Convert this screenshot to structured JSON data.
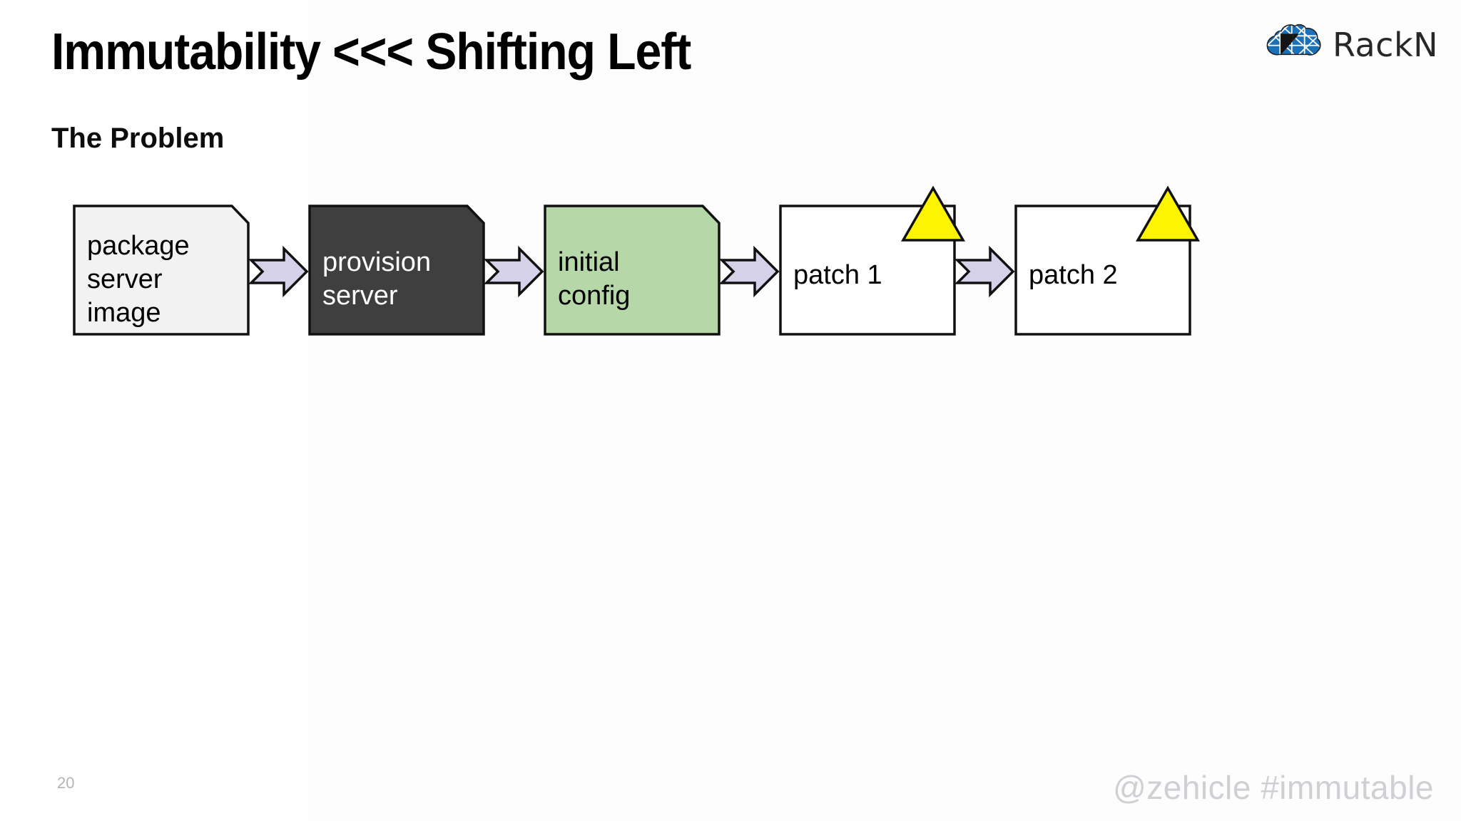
{
  "slide": {
    "title": "Immutability <<< Shifting Left",
    "subtitle": "The Problem",
    "number": "20",
    "handle": "@zehicle #immutable",
    "background": "#ffffff"
  },
  "logo": {
    "name": "RackN",
    "wordmark": "RackN",
    "mark_icon": "rackn-cloud-icon",
    "cloud_color": "#1c70b8",
    "outline_color": "#1a1a1a"
  },
  "diagram": {
    "type": "flow",
    "direction": "left-to-right",
    "connector_fill": "#d4d1e8",
    "connector_stroke": "#111111",
    "warning_icon": "warning-triangle-icon",
    "warning_fill": "#fdf500",
    "warning_stroke": "#111111",
    "nodes": [
      {
        "id": "package-server-image",
        "label": "package server image",
        "lines": [
          "package",
          "server",
          "image"
        ],
        "shape": "note",
        "fill": "#f2f2f2",
        "stroke": "#111111",
        "text_color": "#000000",
        "warning": false
      },
      {
        "id": "provision-server",
        "label": "provision server",
        "lines": [
          "provision",
          "server"
        ],
        "shape": "note",
        "fill": "#3f3f3f",
        "stroke": "#111111",
        "text_color": "#ffffff",
        "warning": false
      },
      {
        "id": "initial-config",
        "label": "initial config",
        "lines": [
          "initial",
          "config"
        ],
        "shape": "note",
        "fill": "#b6d7a8",
        "stroke": "#111111",
        "text_color": "#000000",
        "warning": false
      },
      {
        "id": "patch-1",
        "label": "patch 1",
        "lines": [
          "patch 1"
        ],
        "shape": "rectangle",
        "fill": "#ffffff",
        "stroke": "#111111",
        "text_color": "#000000",
        "warning": true
      },
      {
        "id": "patch-2",
        "label": "patch 2",
        "lines": [
          "patch 2"
        ],
        "shape": "rectangle",
        "fill": "#ffffff",
        "stroke": "#111111",
        "text_color": "#000000",
        "warning": true
      }
    ],
    "connectors": [
      {
        "from": "package-server-image",
        "to": "provision-server"
      },
      {
        "from": "provision-server",
        "to": "initial-config"
      },
      {
        "from": "initial-config",
        "to": "patch-1"
      },
      {
        "from": "patch-1",
        "to": "patch-2"
      }
    ]
  }
}
